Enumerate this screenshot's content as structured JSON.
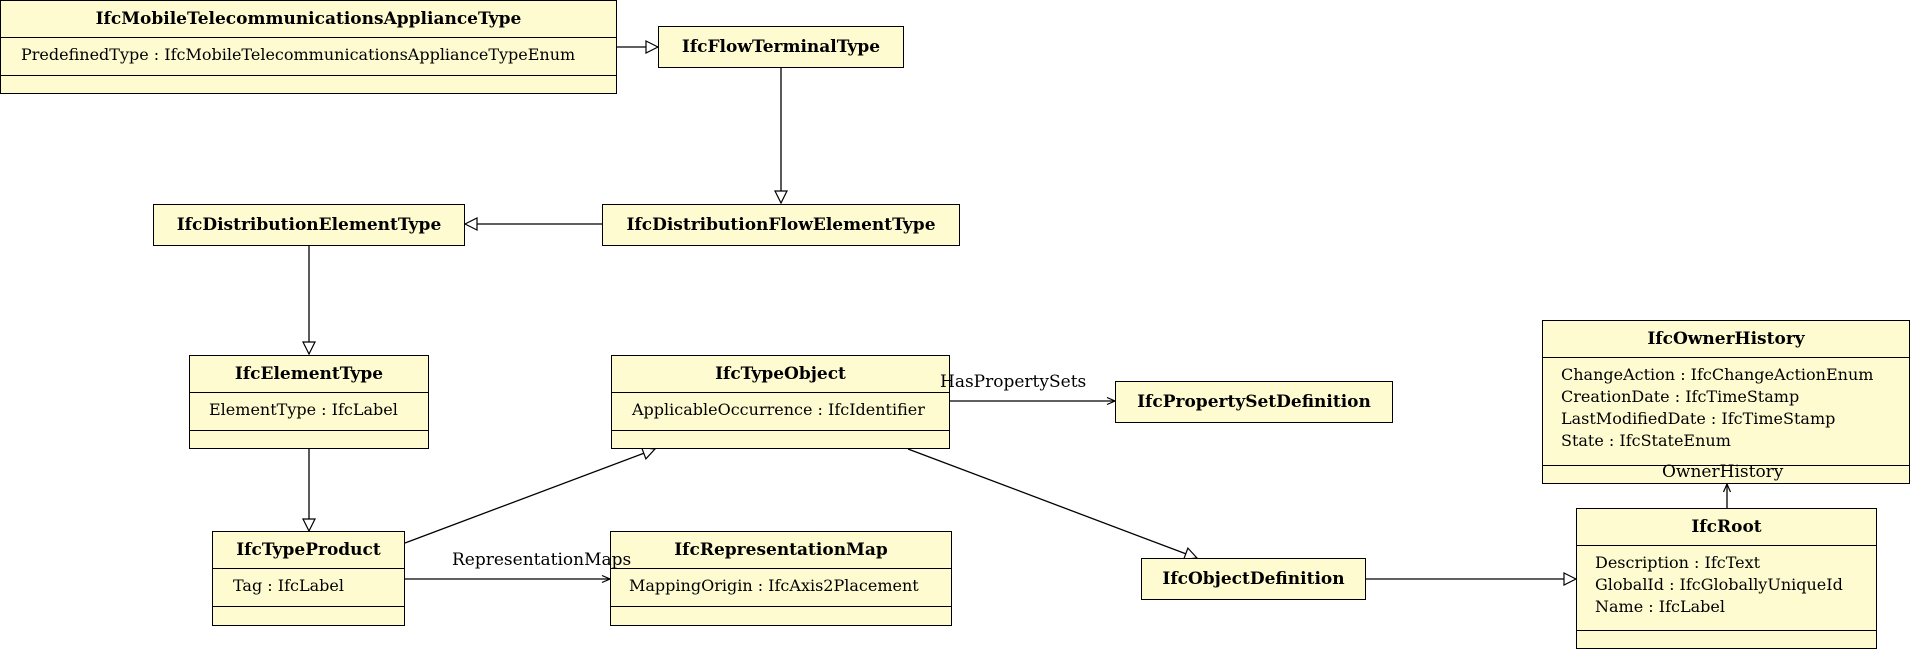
{
  "classes": {
    "mobile": {
      "name": "IfcMobileTelecommunicationsApplianceType",
      "attrs": [
        "PredefinedType : IfcMobileTelecommunicationsApplianceTypeEnum"
      ]
    },
    "flowterminal": {
      "name": "IfcFlowTerminalType"
    },
    "distelem": {
      "name": "IfcDistributionElementType"
    },
    "distflow": {
      "name": "IfcDistributionFlowElementType"
    },
    "elemtype": {
      "name": "IfcElementType",
      "attrs": [
        "ElementType : IfcLabel"
      ]
    },
    "typeobject": {
      "name": "IfcTypeObject",
      "attrs": [
        "ApplicableOccurrence : IfcIdentifier"
      ]
    },
    "psetdef": {
      "name": "IfcPropertySetDefinition"
    },
    "ownerhistory": {
      "name": "IfcOwnerHistory",
      "attrs": [
        "ChangeAction : IfcChangeActionEnum",
        "CreationDate : IfcTimeStamp",
        "LastModifiedDate : IfcTimeStamp",
        "State : IfcStateEnum"
      ]
    },
    "typeproduct": {
      "name": "IfcTypeProduct",
      "attrs": [
        "Tag : IfcLabel"
      ]
    },
    "repmap": {
      "name": "IfcRepresentationMap",
      "attrs": [
        "MappingOrigin : IfcAxis2Placement"
      ]
    },
    "objdef": {
      "name": "IfcObjectDefinition"
    },
    "root": {
      "name": "IfcRoot",
      "attrs": [
        "Description : IfcText",
        "GlobalId : IfcGloballyUniqueId",
        "Name : IfcLabel"
      ]
    }
  },
  "relations": {
    "has_property_sets": "HasPropertySets",
    "representation_maps": "RepresentationMaps",
    "owner_history": "OwnerHistory"
  }
}
